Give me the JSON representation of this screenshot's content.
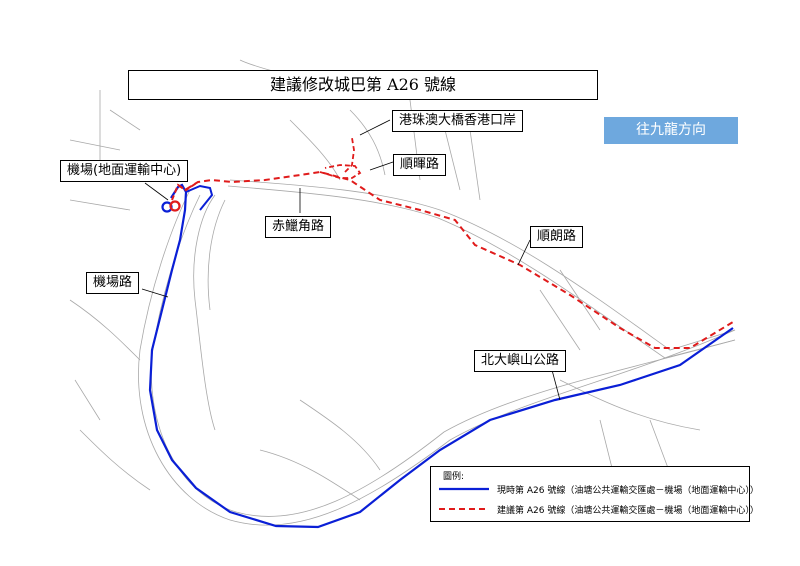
{
  "title": "建議修改城巴第 A26 號線",
  "direction_badge": "往九龍方向",
  "labels": {
    "airport_gtc": "機場(地面運輸中心)",
    "hzmb_port": "港珠澳大橋香港口岸",
    "shun_wui_road": "順暉路",
    "chek_lap_kok_road": "赤鱲角路",
    "shun_long_road": "順朗路",
    "airport_road": "機場路",
    "north_lantau_highway": "北大嶼山公路"
  },
  "legend": {
    "title": "圖例:",
    "items": [
      {
        "label": "現時第 A26 號線（油塘公共運輸交匯處－機場（地面運輸中心））",
        "color": "#0a1fd6",
        "style": "solid"
      },
      {
        "label": "建議第 A26 號線（油塘公共運輸交匯處－機場（地面運輸中心））",
        "color": "#e01b1b",
        "style": "dashed"
      }
    ]
  },
  "colors": {
    "existing_route": "#0a1fd6",
    "proposed_route": "#e01b1b",
    "direction_badge": "#6ea8de",
    "basemap_lines": "#9a9a9a"
  }
}
